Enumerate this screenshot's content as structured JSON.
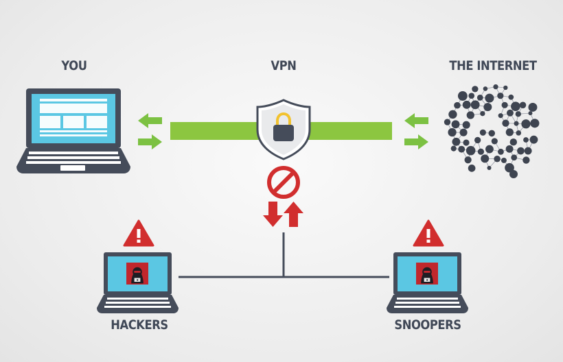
{
  "labels": {
    "you": "YOU",
    "vpn": "VPN",
    "internet": "THE INTERNET",
    "hackers": "HACKERS",
    "snoopers": "SNOOPERS"
  },
  "colors": {
    "tunnel": "#8cc640",
    "arrow_green": "#7cc142",
    "danger_red": "#d12e2e",
    "laptop_body": "#454c5a",
    "screen_blue": "#58c4e0",
    "node_dark": "#3e4450"
  },
  "icons": {
    "vpn_shield": "lock-shield-icon",
    "blocked": "no-entry-icon",
    "warning": "warning-triangle-icon",
    "hacker": "hacker-icon"
  }
}
